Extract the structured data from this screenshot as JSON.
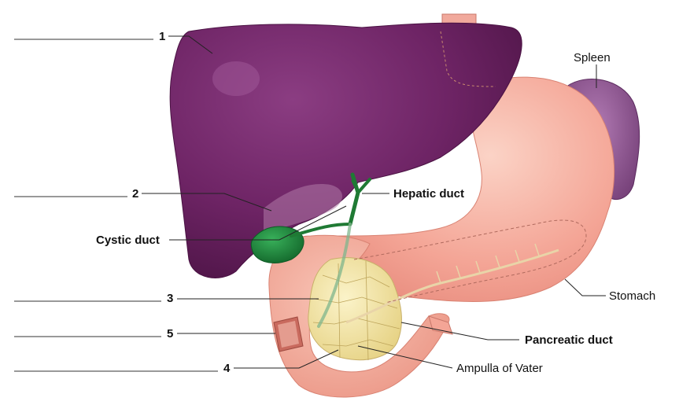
{
  "labels": {
    "spleen": "Spleen",
    "hepatic_duct": "Hepatic duct",
    "cystic_duct": "Cystic duct",
    "stomach": "Stomach",
    "pancreatic_duct": "Pancreatic duct",
    "ampulla": "Ampulla of Vater"
  },
  "numbers": {
    "n1": "1",
    "n2": "2",
    "n3": "3",
    "n4": "4",
    "n5": "5"
  },
  "colors": {
    "liver": "#6e2465",
    "gallbladder": "#1f8a3c",
    "stomach": "#f4a596",
    "pancreas": "#f2e6a6",
    "spleen": "#8c4f8e",
    "esophagus": "#f1a99c"
  }
}
